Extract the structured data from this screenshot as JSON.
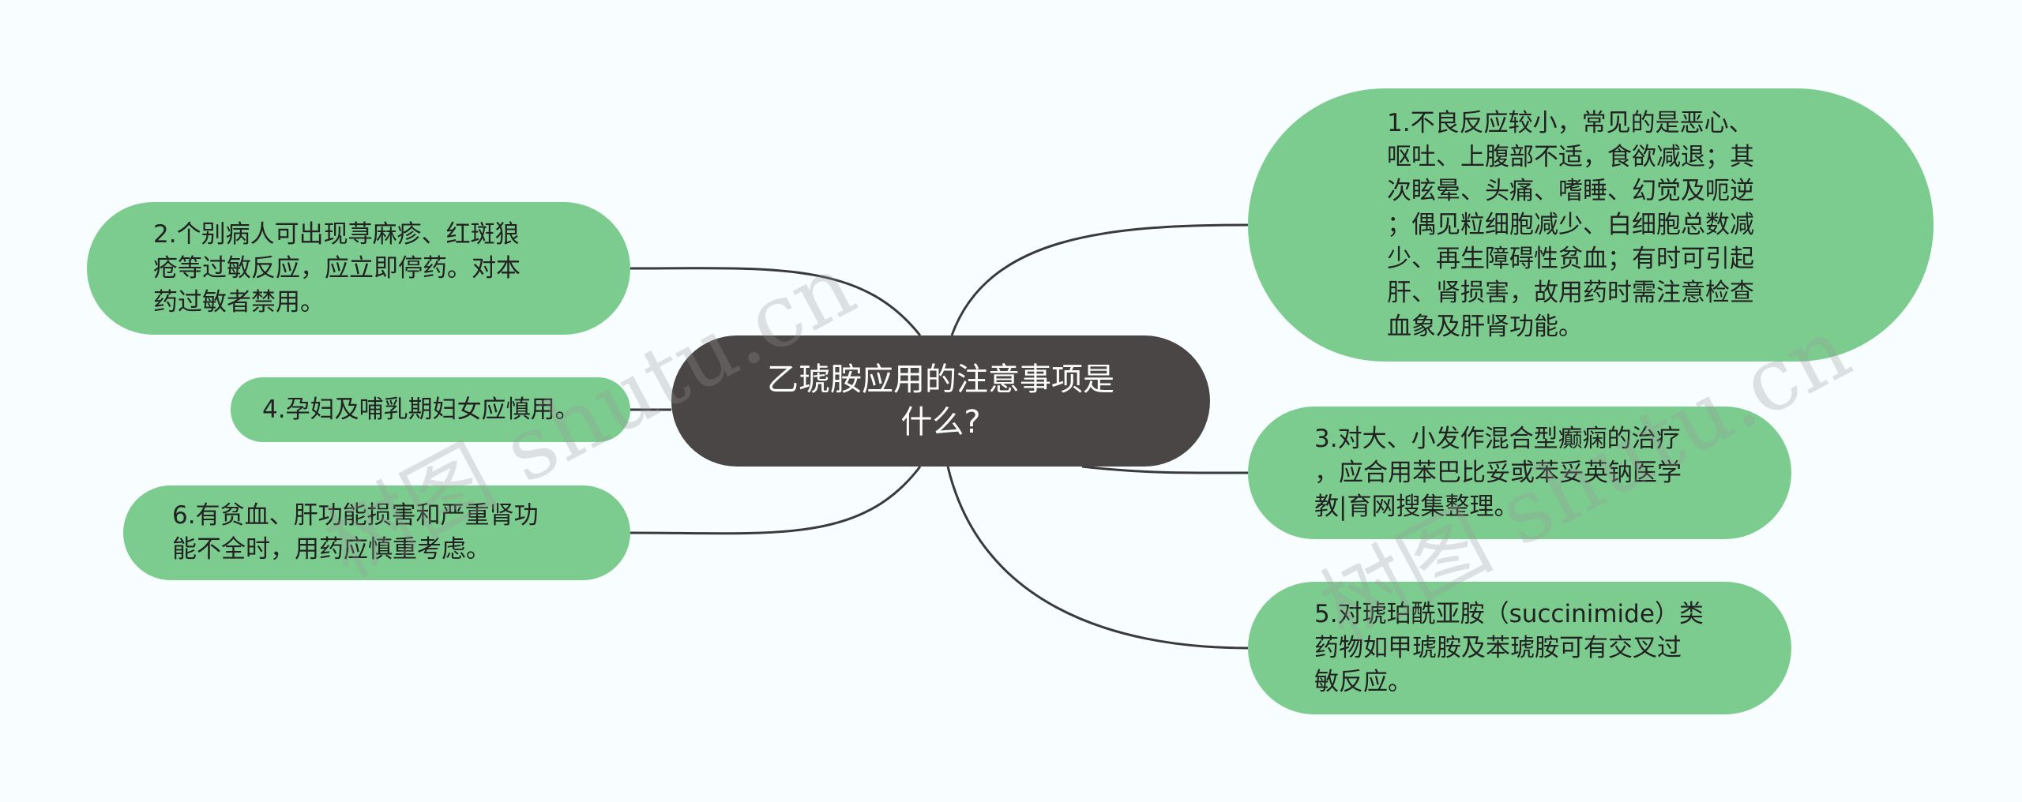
{
  "mindmap": {
    "root": {
      "text": "乙琥胺应用的注意事项是\n什么?"
    },
    "branches": [
      {
        "id": "b1",
        "side": "right",
        "text": "1.不良反应较小，常见的是恶心、\n呕吐、上腹部不适，食欲减退；其\n次眩晕、头痛、嗜睡、幻觉及呃逆\n；偶见粒细胞减少、白细胞总数减\n少、再生障碍性贫血；有时可引起\n肝、肾损害，故用药时需注意检查\n血象及肝肾功能。"
      },
      {
        "id": "b2",
        "side": "left",
        "text": "2.个别病人可出现荨麻疹、红斑狼\n疮等过敏反应，应立即停药。对本\n药过敏者禁用。"
      },
      {
        "id": "b3",
        "side": "right",
        "text": "3.对大、小发作混合型癫痫的治疗\n，应合用苯巴比妥或苯妥英钠医学\n教|育网搜集整理。"
      },
      {
        "id": "b4",
        "side": "left",
        "text": "4.孕妇及哺乳期妇女应慎用。"
      },
      {
        "id": "b5",
        "side": "right",
        "text": "5.对琥珀酰亚胺（succinimide）类\n药物如甲琥胺及苯琥胺可有交叉过\n敏反应。"
      },
      {
        "id": "b6",
        "side": "left",
        "text": "6.有贫血、肝功能损害和严重肾功\n能不全时，用药应慎重考虑。"
      }
    ]
  },
  "watermark": {
    "text": "树图 shutu.cn"
  },
  "colors": {
    "background": "#f8fdff",
    "root_fill": "#4a4645",
    "leaf_fill": "#7dcc8f",
    "connector": "#3a3a3a"
  }
}
